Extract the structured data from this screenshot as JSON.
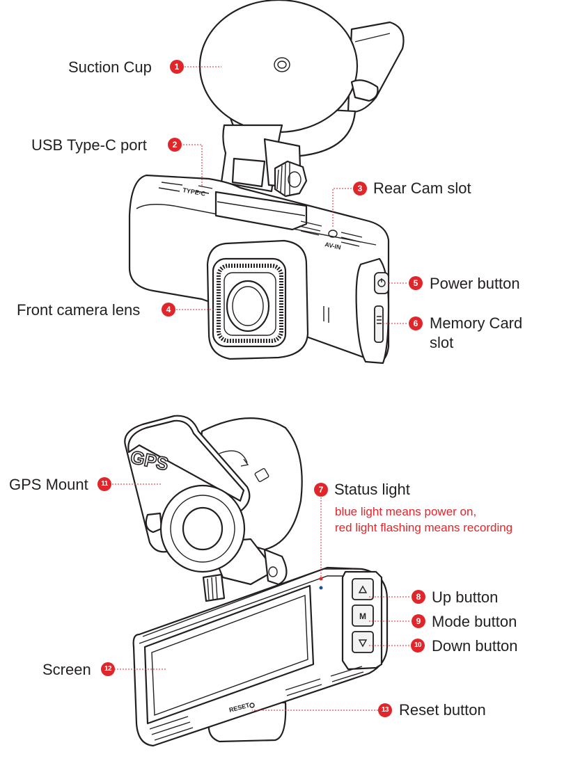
{
  "top_view": {
    "labels": [
      {
        "num": "1",
        "text": "Suction Cup"
      },
      {
        "num": "2",
        "text": "USB Type-C port"
      },
      {
        "num": "3",
        "text": "Rear Cam slot"
      },
      {
        "num": "4",
        "text": "Front camera lens"
      },
      {
        "num": "5",
        "text": "Power button"
      },
      {
        "num": "6",
        "text": "Memory Card",
        "text2": "slot"
      }
    ],
    "device_marks": {
      "port_mark": "TYPE-C",
      "av_mark": "AV-IN"
    }
  },
  "bottom_view": {
    "labels": [
      {
        "num": "7",
        "text": "Status light"
      },
      {
        "num": "8",
        "text": "Up button"
      },
      {
        "num": "9",
        "text": "Mode button"
      },
      {
        "num": "10",
        "text": "Down button"
      },
      {
        "num": "11",
        "text": "GPS Mount"
      },
      {
        "num": "12",
        "text": "Screen"
      },
      {
        "num": "13",
        "text": "Reset button"
      }
    ],
    "status_note": [
      "blue light means power on,",
      "red light flashing means recording"
    ],
    "device_marks": {
      "gps_mark": "GPS",
      "mode_key": "M",
      "reset_mark": "RESET"
    }
  },
  "colors": {
    "accent": "#e1262b",
    "line": "#231f20",
    "background": "#ffffff"
  }
}
